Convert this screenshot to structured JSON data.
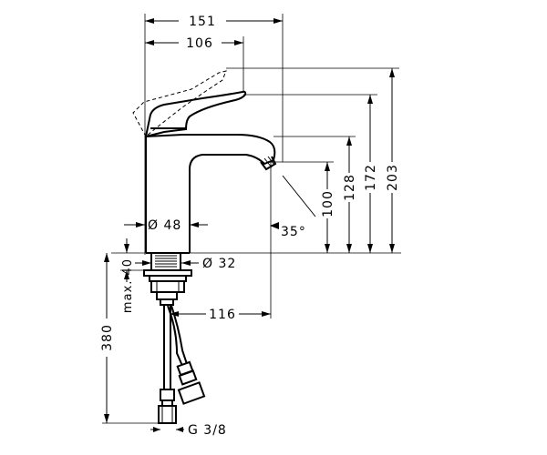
{
  "dimensions": {
    "overall_width": "151",
    "spout_reach": "106",
    "height_203": "203",
    "height_172": "172",
    "height_128": "128",
    "height_100": "100",
    "angle": "35°",
    "body_diameter": "Ø 48",
    "shank_diameter": "Ø 32",
    "hose_offset": "116",
    "max_thickness": "max. 40",
    "hose_length": "380",
    "thread": "G 3/8"
  }
}
